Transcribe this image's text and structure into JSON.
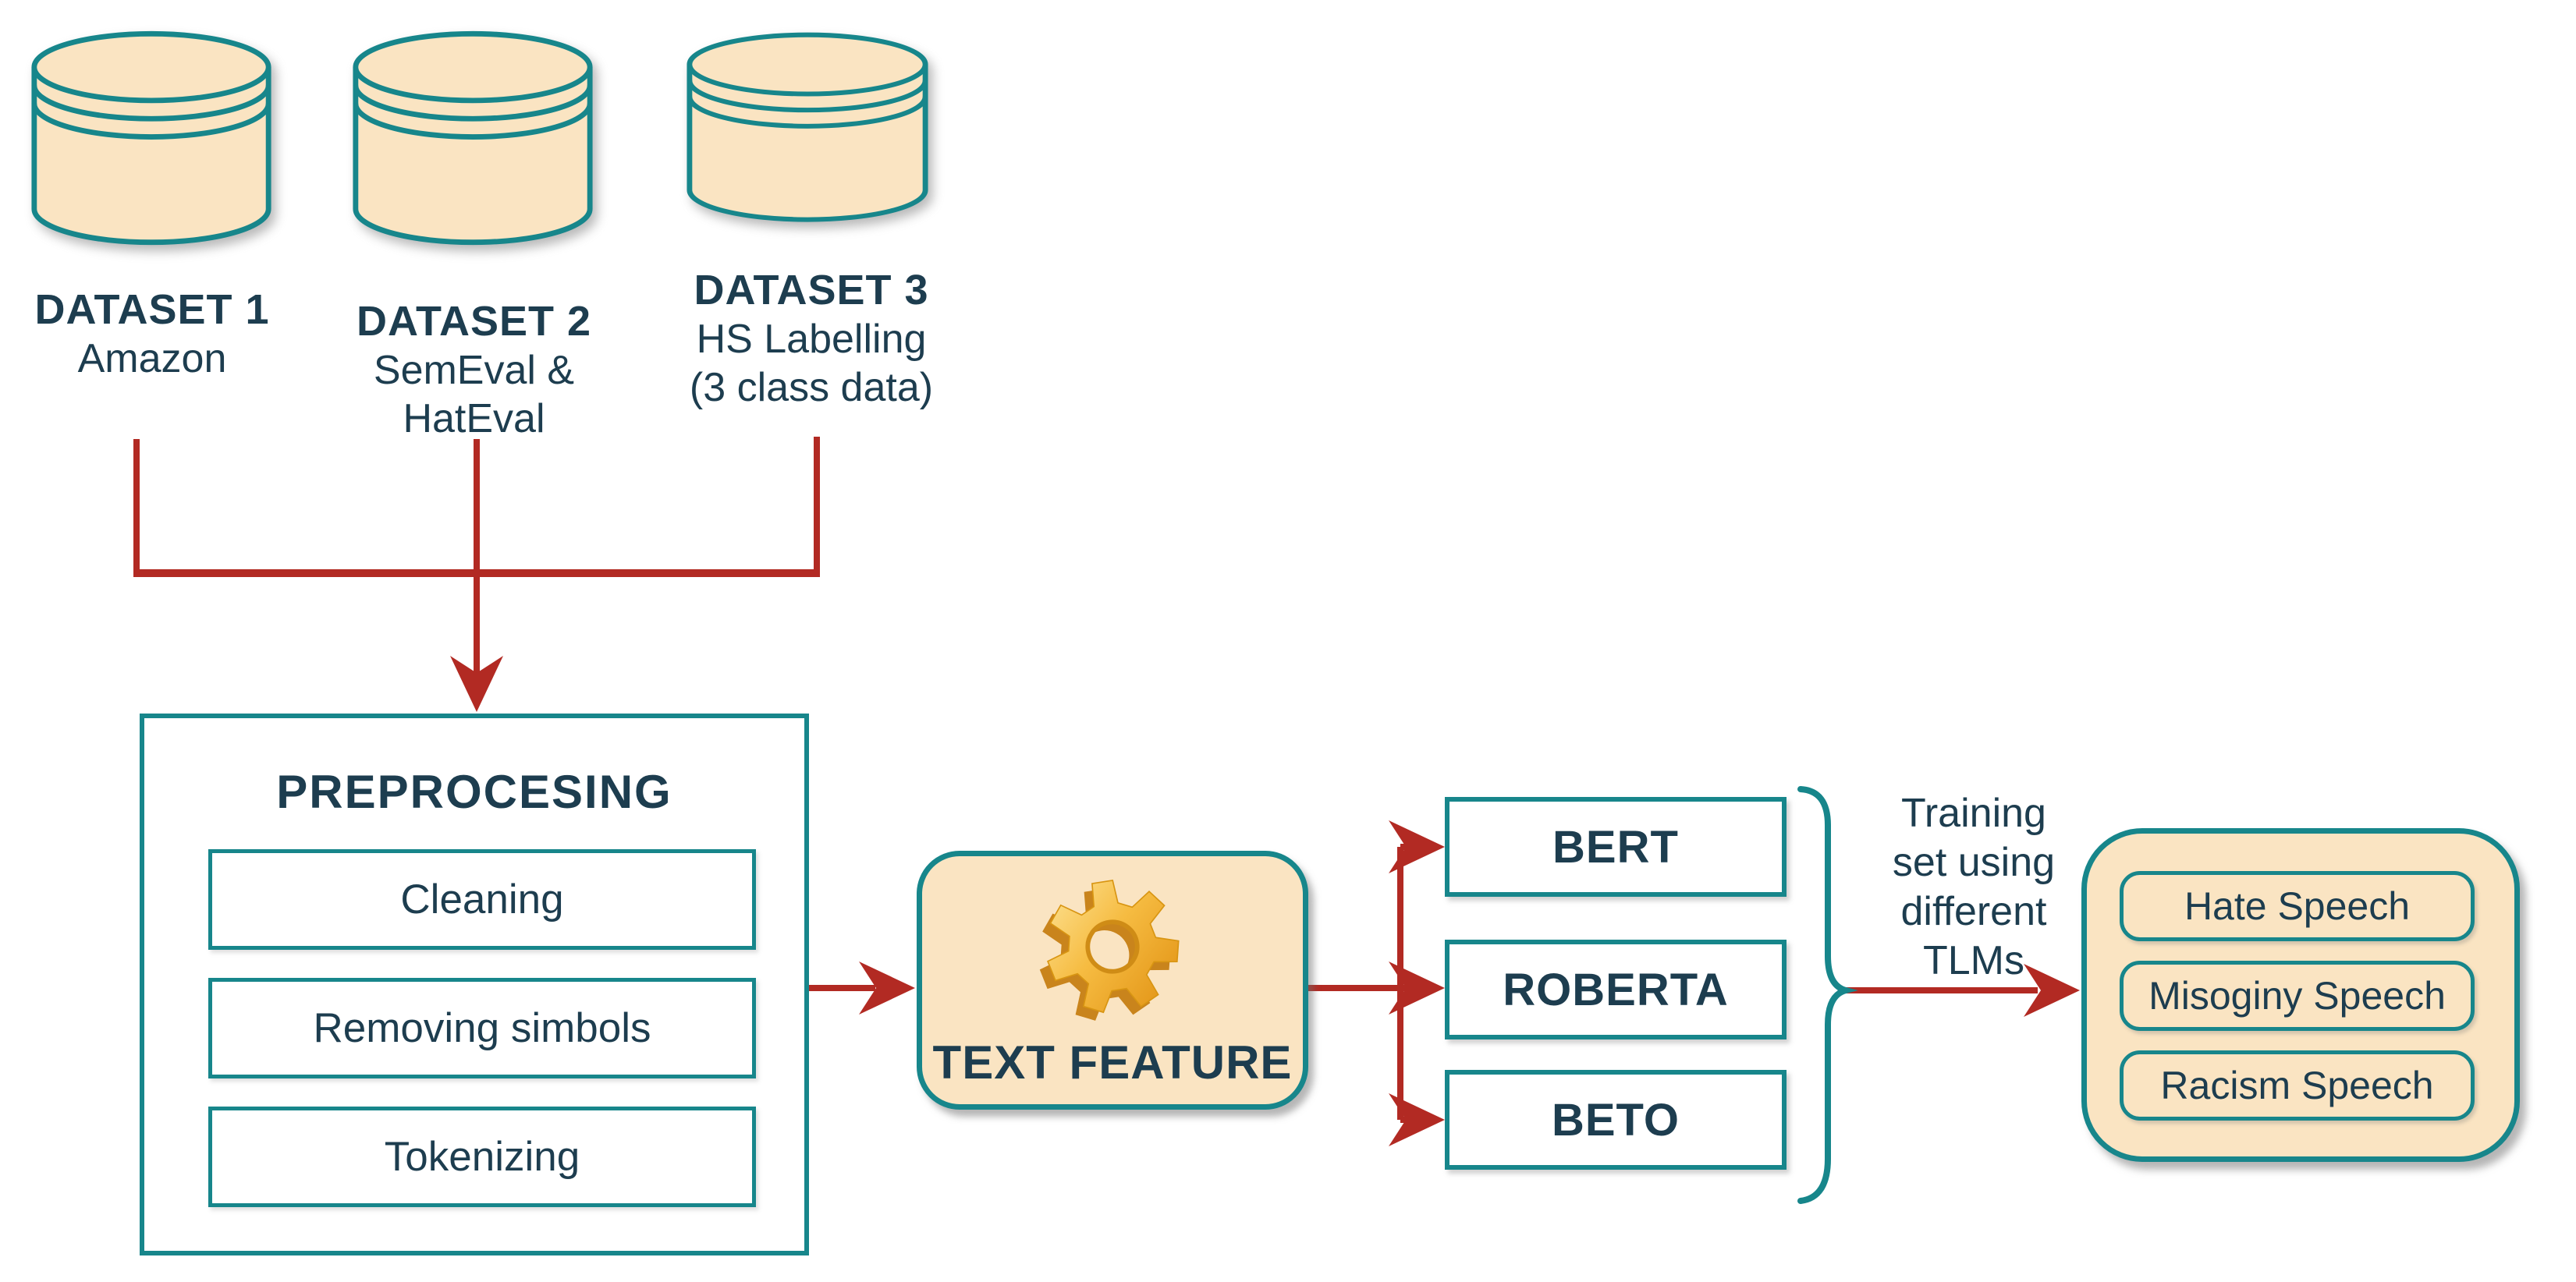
{
  "diagram": {
    "kind": "nlp-hate-speech-training-pipeline"
  },
  "colors": {
    "teal": "#17868b",
    "cream": "#fae4c2",
    "ink": "#1d3d4f",
    "red": "#b22a23"
  },
  "datasets": [
    {
      "name": "DATASET 1",
      "source": "Amazon"
    },
    {
      "name": "DATASET 2",
      "source": "SemEval & HatEval"
    },
    {
      "name": "DATASET 3",
      "source": "HS Labelling",
      "source_detail": "(3 class data)"
    }
  ],
  "preprocessing": {
    "title": "PREPROCESING",
    "steps": [
      "Cleaning",
      "Removing simbols",
      "Tokenizing"
    ]
  },
  "feature_extraction": {
    "label": "TEXT FEATURE",
    "icon": "gear-icon"
  },
  "models": [
    {
      "label": "BERT"
    },
    {
      "label": "ROBERTA"
    },
    {
      "label": "BETO"
    }
  ],
  "training_note": {
    "line1": "Training",
    "line2": "set using",
    "line3": "different",
    "line4": "TLMs"
  },
  "outputs": [
    {
      "label": "Hate Speech"
    },
    {
      "label": "Misoginy Speech"
    },
    {
      "label": "Racism Speech"
    }
  ]
}
